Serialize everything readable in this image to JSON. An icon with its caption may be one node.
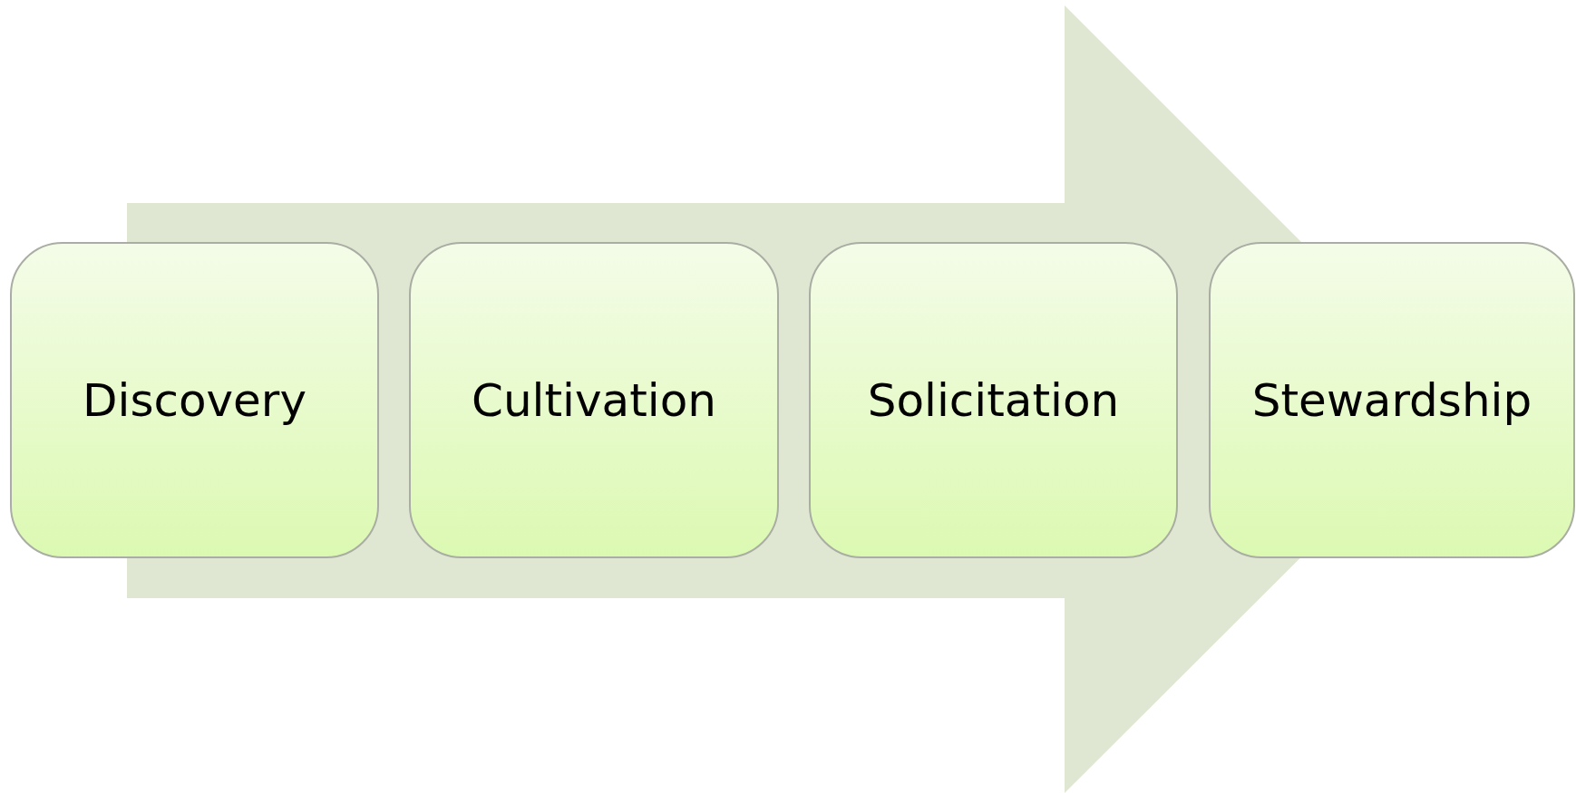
{
  "diagram": {
    "nodes": [
      {
        "text": [
          "Discovery"
        ]
      },
      {
        "text": [
          "Cultivation"
        ]
      },
      {
        "text": [
          "Solicitation"
        ]
      },
      {
        "text": [
          "Stewardship"
        ]
      }
    ],
    "edges": [
      {
        "from": 0,
        "to": 3,
        "arrow": "to"
      }
    ]
  }
}
